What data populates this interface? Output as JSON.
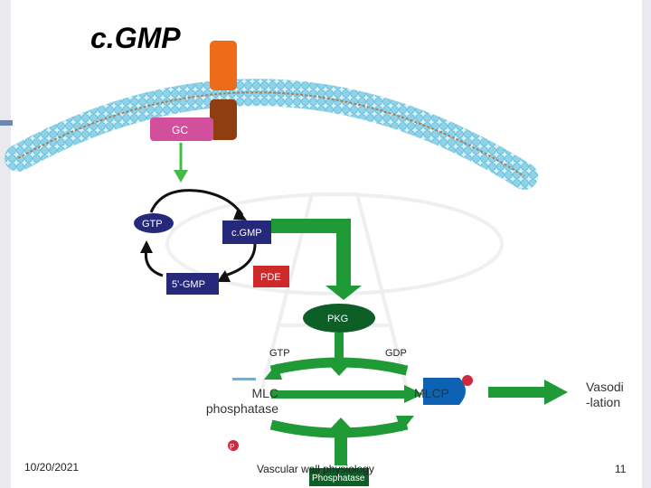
{
  "slide": {
    "title": "c.GMP",
    "footer": {
      "date": "10/20/2021",
      "center": "Vascular wall physiology",
      "page_number": "11"
    }
  },
  "diagram": {
    "gc_label": "GC",
    "gtp_label": "GTP",
    "cgmp_label": "c.GMP",
    "five_gmp_label": "5'-GMP",
    "pde_label": "PDE",
    "pkg_label": "PKG",
    "gtp2_label": "GTP",
    "gdp_label": "GDP",
    "mlc_phosphatase_label": "MLC phosphatase",
    "mlcp_label": "MLCP",
    "vasodilation_label": "Vasodi -lation",
    "phosphatase_label": "Phosphatase",
    "p_label": "P"
  },
  "colors": {
    "membrane": "#8fd3ea",
    "membrane_core": "#a97f5a",
    "receptor_orange": "#ee6b1a",
    "receptor_brown": "#8e3e10",
    "gc_pink": "#d24f9c",
    "navy": "#26287a",
    "pde_red": "#cf2a2a",
    "arrow_green": "#1f9a36",
    "dark_green": "#0e5e28",
    "mlcp_blue": "#0d62b3"
  }
}
